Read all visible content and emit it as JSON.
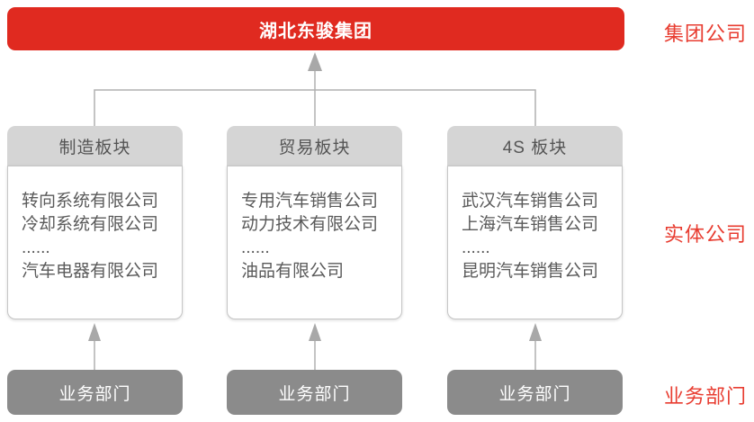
{
  "root": {
    "title": "湖北东骏集团"
  },
  "labels": {
    "group": "集团公司",
    "entity": "实体公司",
    "department": "业务部门"
  },
  "columns": [
    {
      "header": "制造板块",
      "companies": [
        "转向系统有限公司",
        "冷却系统有限公司",
        "......",
        "汽车电器有限公司"
      ],
      "department": "业务部门"
    },
    {
      "header": "贸易板块",
      "companies": [
        "专用汽车销售公司",
        "动力技术有限公司",
        "......",
        "油品有限公司"
      ],
      "department": "业务部门"
    },
    {
      "header": "4S 板块",
      "companies": [
        "武汉汽车销售公司",
        "上海汽车销售公司",
        "......",
        "昆明汽车销售公司"
      ],
      "department": "业务部门"
    }
  ],
  "colors": {
    "banner_red": "#e02a20",
    "label_red": "#e83c30",
    "header_gray": "#d5d5d5",
    "department_gray": "#8b8b8b",
    "line_gray": "#b0b0b0",
    "arrow_gray": "#a8a8a8",
    "body_text_gray": "#5a5a5a"
  }
}
